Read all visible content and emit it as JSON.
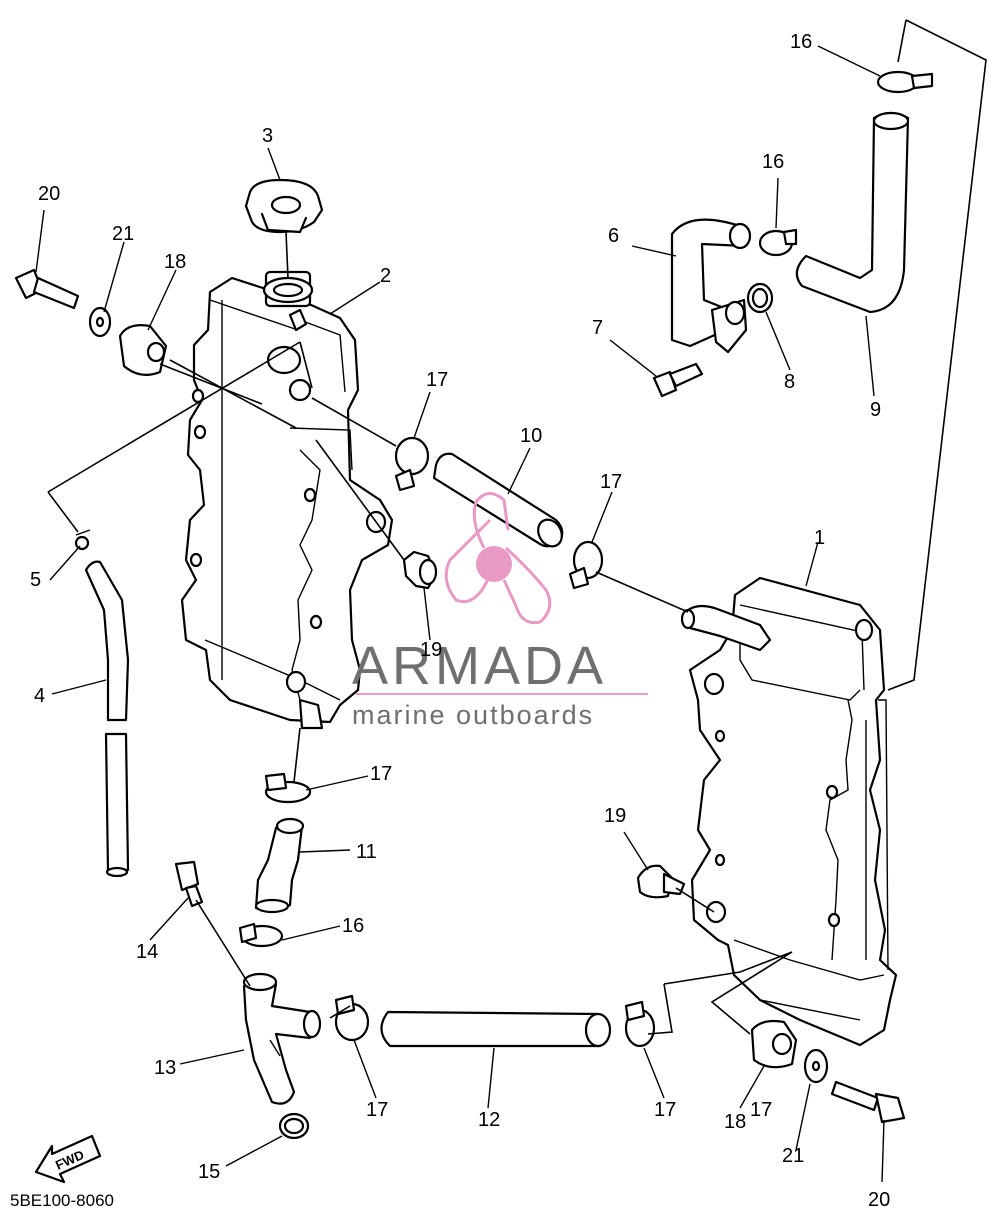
{
  "diagram": {
    "code": "5BE100-8060",
    "fwd_label": "FWD",
    "callouts": [
      "1",
      "2",
      "3",
      "4",
      "5",
      "6",
      "7",
      "8",
      "9",
      "10",
      "11",
      "12",
      "13",
      "14",
      "15",
      "16",
      "16",
      "16",
      "17",
      "17",
      "17",
      "17",
      "17",
      "17",
      "18",
      "18",
      "19",
      "19",
      "20",
      "20",
      "21",
      "21"
    ]
  },
  "watermark": {
    "brand": "ARMADA",
    "tagline": "marine outboards",
    "color": "#e89ac4"
  }
}
